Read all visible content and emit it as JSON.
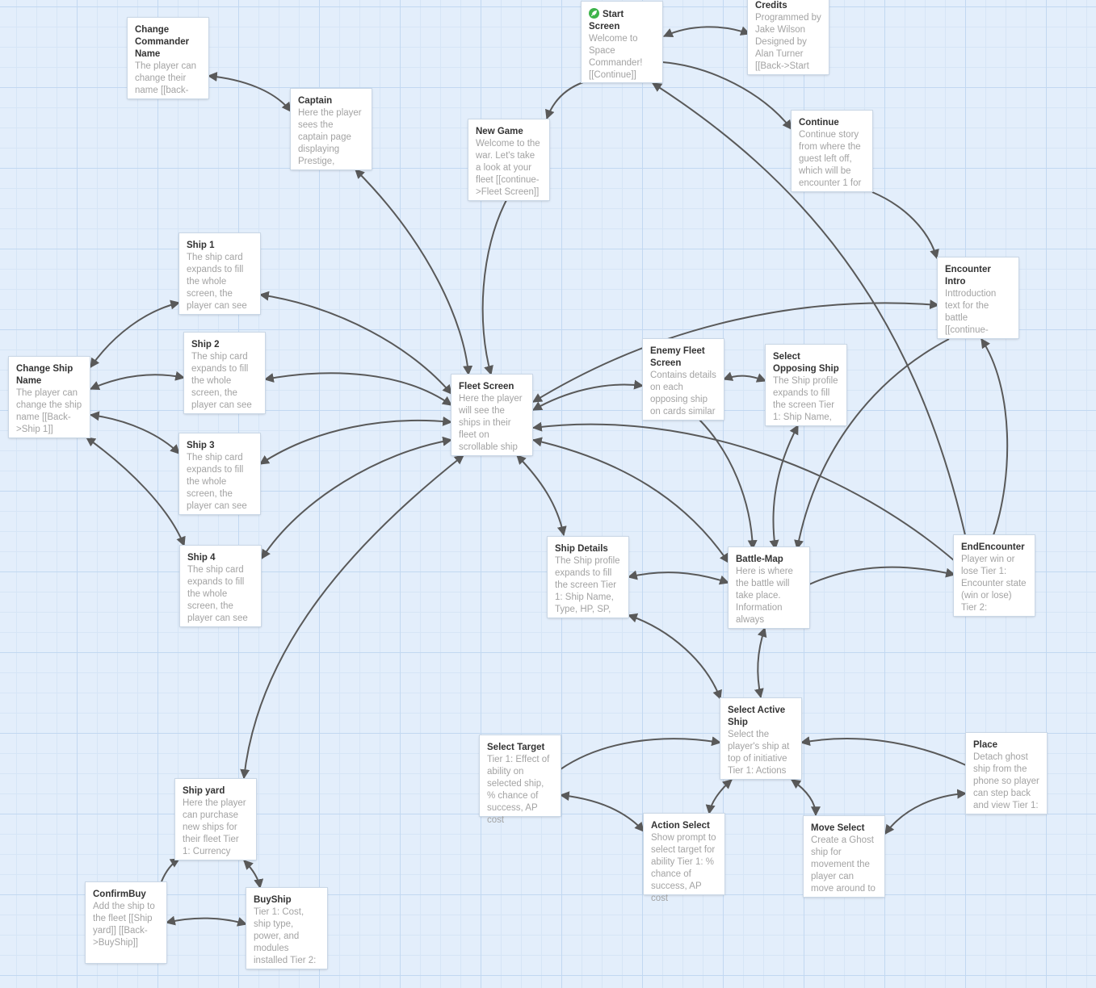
{
  "passages": [
    {
      "id": "start",
      "title": "Start Screen",
      "excerpt": "Welcome to Space Commander! [[Continue]]",
      "start": true
    },
    {
      "id": "credits",
      "title": "Credits",
      "excerpt": "Programmed by Jake Wilson Designed by Alan Turner [[Back->Start"
    },
    {
      "id": "changeCmd",
      "title": "Change Commander Name",
      "excerpt": "The player can change their name [[back-"
    },
    {
      "id": "captain",
      "title": "Captain",
      "excerpt": "Here the player sees the captain page displaying Prestige,"
    },
    {
      "id": "newGame",
      "title": "New Game",
      "excerpt": "Welcome to the war. Let's take a look at your fleet [[continue->Fleet Screen]]"
    },
    {
      "id": "continue",
      "title": "Continue",
      "excerpt": "Continue story from where the guest left off, which will be encounter 1 for"
    },
    {
      "id": "encIntro",
      "title": "Encounter Intro",
      "excerpt": "Inttroduction text for the battle [[continue-"
    },
    {
      "id": "ship1",
      "title": "Ship 1",
      "excerpt": "The ship card expands to fill the whole screen, the player can see"
    },
    {
      "id": "ship2",
      "title": "Ship 2",
      "excerpt": "The ship card expands to fill the whole screen, the player can see"
    },
    {
      "id": "ship3",
      "title": "Ship 3",
      "excerpt": "The ship card expands to fill the whole screen, the player can see"
    },
    {
      "id": "ship4",
      "title": "Ship 4",
      "excerpt": "The ship card expands to fill the whole screen, the player can see"
    },
    {
      "id": "changeShip",
      "title": "Change Ship Name",
      "excerpt": "The player can change the ship name [[Back->Ship 1]]"
    },
    {
      "id": "fleet",
      "title": "Fleet Screen",
      "excerpt": "Here the player will see the ships in their fleet on scrollable ship"
    },
    {
      "id": "enemyFleet",
      "title": "Enemy Fleet Screen",
      "excerpt": "Contains details on each opposing ship on cards similar"
    },
    {
      "id": "selectOpp",
      "title": "Select Opposing Ship",
      "excerpt": "The Ship profile expands to fill the screen Tier 1: Ship Name,"
    },
    {
      "id": "shipDetails",
      "title": "Ship Details",
      "excerpt": "The Ship profile expands to fill the screen Tier 1: Ship Name, Type, HP, SP,"
    },
    {
      "id": "battleMap",
      "title": "Battle-Map",
      "excerpt": "Here is where the battle will take place. Information always"
    },
    {
      "id": "endEnc",
      "title": "EndEncounter",
      "excerpt": "Player win or lose Tier 1: Encounter state (win or lose) Tier 2:"
    },
    {
      "id": "selActive",
      "title": "Select Active Ship",
      "excerpt": "Select the player's ship at top of initiative Tier 1: Actions"
    },
    {
      "id": "selTarget",
      "title": "Select Target",
      "excerpt": "Tier 1: Effect of ability on selected ship, % chance of success, AP cost"
    },
    {
      "id": "place",
      "title": "Place",
      "excerpt": "Detach ghost ship from the phone so player can step back and view Tier 1:"
    },
    {
      "id": "actionSel",
      "title": "Action Select",
      "excerpt": "Show prompt to select target for ability Tier 1: % chance of success, AP cost"
    },
    {
      "id": "moveSel",
      "title": "Move Select",
      "excerpt": "Create a Ghost ship for movement the player can move around to"
    },
    {
      "id": "shipyard",
      "title": "Ship yard",
      "excerpt": "Here the player can purchase new ships for their fleet Tier 1: Currency"
    },
    {
      "id": "confirmBuy",
      "title": "ConfirmBuy",
      "excerpt": "Add the ship to the fleet [[Ship yard]] [[Back->BuyShip]]"
    },
    {
      "id": "buyShip",
      "title": "BuyShip",
      "excerpt": "Tier 1: Cost, ship type, power, and modules installed Tier 2:"
    }
  ]
}
